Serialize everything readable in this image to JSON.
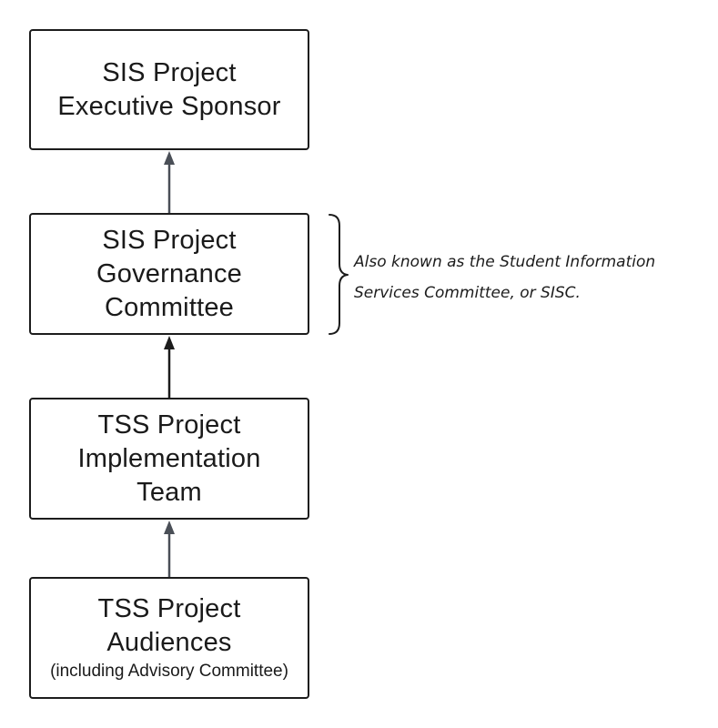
{
  "nodes": {
    "executive_sponsor": {
      "line1": "SIS Project",
      "line2": "Executive Sponsor"
    },
    "governance_committee": {
      "line1": "SIS Project",
      "line2": "Governance",
      "line3": "Committee"
    },
    "implementation_team": {
      "line1": "TSS Project",
      "line2": "Implementation",
      "line3": "Team"
    },
    "audiences": {
      "line1": "TSS Project",
      "line2": "Audiences",
      "subtitle": "(including Advisory Committee)"
    }
  },
  "annotation": {
    "line1": "Also known as the Student Information",
    "line2": "Services Committee, or SISC."
  },
  "colors": {
    "border": "#1c1c1c",
    "arrow_gray": "#4a4f57",
    "arrow_dark": "#1c1c1c"
  }
}
